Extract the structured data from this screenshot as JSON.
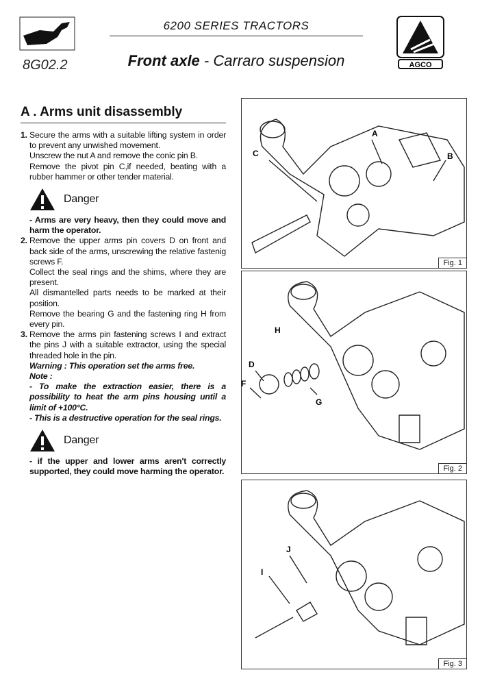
{
  "header": {
    "series": "6200 SERIES TRACTORS",
    "code": "8G02.2",
    "title_bold": "Front axle",
    "title_rest": " - Carraro suspension",
    "brand": "AGCO"
  },
  "section": {
    "title": "A .  Arms unit disassembly"
  },
  "steps": [
    {
      "num": "1.",
      "paras": [
        "Secure the arms with a suitable lifting system in order to prevent any unwished movement.",
        "Unscrew the nut A and remove the conic pin B.",
        "Remove the pivot pin C,if needed, beating with a rubber hammer or other tender material."
      ]
    },
    {
      "num": "2.",
      "paras": [
        "Remove the upper arms pin covers D on front and back side of the arms, unscrewing the relative fastenig screws F.",
        "Collect the seal rings and the shims, where they are present.",
        "All dismantelled parts needs to be marked at their position.",
        "Remove the bearing G and the fastening ring H from every pin."
      ]
    },
    {
      "num": "3.",
      "paras": [
        "Remove the  arms pin fastening screws I and extract the pins J with a suitable extractor, using the special threaded hole in the pin."
      ],
      "warning": "Warning : This operation set the arms free.",
      "note": "Note :",
      "notes": [
        "- To make the extraction easier, there is a possibility to heat the arm pins housing until a limit of +100°C.",
        "- This is a destructive operation for the seal rings."
      ]
    }
  ],
  "dangers": [
    {
      "label": "Danger",
      "text": "- Arms are very heavy, then they could move and harm the operator."
    },
    {
      "label": "Danger",
      "text": "- if the upper and lower arms aren't correctly supported, they could move harming the operator."
    }
  ],
  "figures": [
    {
      "caption": "Fig. 1",
      "labels": [
        "A",
        "B",
        "C"
      ]
    },
    {
      "caption": "Fig. 2",
      "labels": [
        "D",
        "F",
        "H",
        "G"
      ]
    },
    {
      "caption": "Fig. 3",
      "labels": [
        "J",
        "I"
      ]
    }
  ]
}
